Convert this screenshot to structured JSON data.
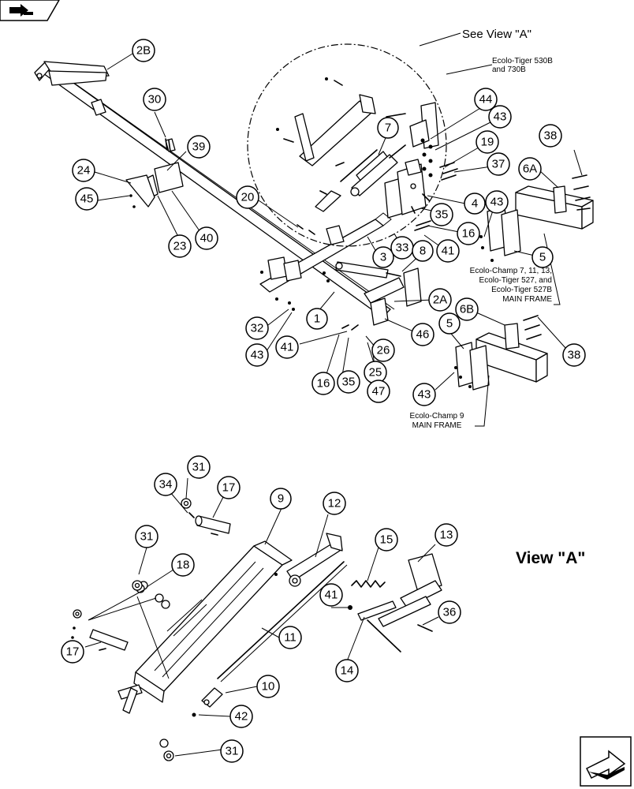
{
  "diagram": {
    "see_view_label": "See View \"A\"",
    "view_title": "View \"A\"",
    "notes": {
      "tiger_530b_line1": "Ecolo-Tiger 530B",
      "tiger_530b_line2": "and 730B",
      "main_frame_line1": "Ecolo-Champ 7, 11, 13,",
      "main_frame_line2": "Ecolo-Tiger 527, and",
      "main_frame_line3": "Ecolo-Tiger 527B",
      "main_frame_line4": "MAIN FRAME",
      "champ9_line1": "Ecolo-Champ 9",
      "champ9_line2": "MAIN FRAME"
    },
    "callouts": {
      "c2b": "2B",
      "c30": "30",
      "c39": "39",
      "c24": "24",
      "c45": "45",
      "c23": "23",
      "c40": "40",
      "c20": "20",
      "c7": "7",
      "c44": "44",
      "c43a": "43",
      "c19": "19",
      "c37": "37",
      "c38a": "38",
      "c6a": "6A",
      "c4": "4",
      "c43b": "43",
      "c35a": "35",
      "c16a": "16",
      "c5a": "5",
      "c3": "3",
      "c33": "33",
      "c8": "8",
      "c41a": "41",
      "c2a": "2A",
      "c1": "1",
      "c32": "32",
      "c43c": "43",
      "c41b": "41",
      "c46": "46",
      "c26": "26",
      "c6b": "6B",
      "c38b": "38",
      "c5b": "5",
      "c25": "25",
      "c16b": "16",
      "c35b": "35",
      "c47": "47",
      "c43d": "43",
      "v31a": "31",
      "v34": "34",
      "v17a": "17",
      "v9": "9",
      "v12": "12",
      "v13": "13",
      "v31b": "31",
      "v18": "18",
      "v15": "15",
      "v41": "41",
      "v36": "36",
      "v17b": "17",
      "v11": "11",
      "v14": "14",
      "v10": "10",
      "v42": "42",
      "v31c": "31"
    }
  }
}
